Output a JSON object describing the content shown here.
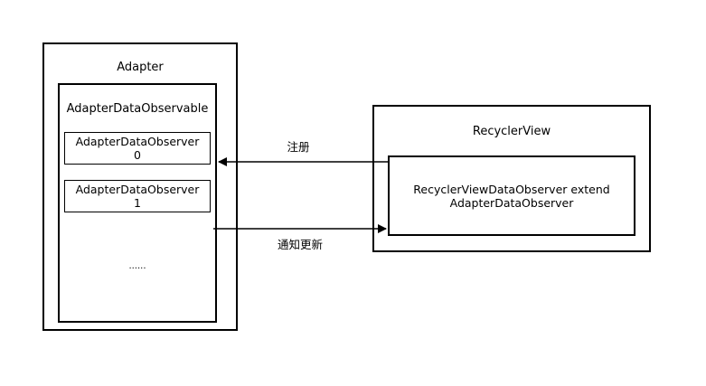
{
  "adapter": {
    "title": "Adapter",
    "observable": {
      "title": "AdapterDataObservable",
      "observers": [
        {
          "line1": "AdapterDataObserver",
          "line2": "0"
        },
        {
          "line1": "AdapterDataObserver",
          "line2": "1"
        }
      ],
      "more": "......"
    }
  },
  "recycler_view": {
    "title": "RecyclerView",
    "observer": {
      "line1": "RecyclerViewDataObserver extend",
      "line2": "AdapterDataObserver"
    }
  },
  "edges": {
    "register_label": "注册",
    "notify_label": "通知更新"
  },
  "colors": {
    "stroke": "#000000",
    "background": "#ffffff"
  }
}
